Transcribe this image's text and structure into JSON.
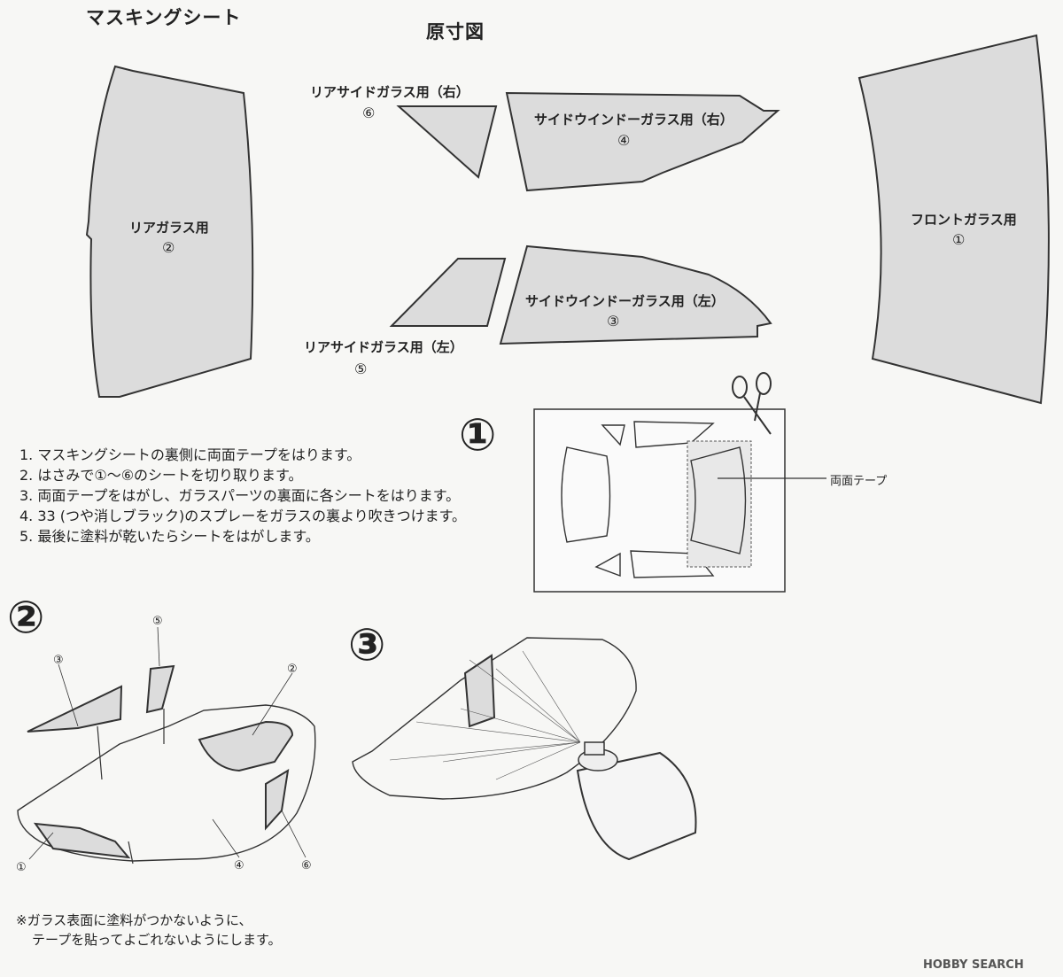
{
  "header": {
    "masking_sheet": "マスキングシート",
    "actual_size": "原寸図"
  },
  "parts": {
    "rear_glass": {
      "label": "リアガラス用",
      "num": "②"
    },
    "rear_side_right": {
      "label": "リアサイドガラス用（右）",
      "num": "⑥"
    },
    "side_window_right": {
      "label": "サイドウインドーガラス用（右）",
      "num": "④"
    },
    "front_glass": {
      "label": "フロントガラス用",
      "num": "①"
    },
    "rear_side_left": {
      "label": "リアサイドガラス用（左）",
      "num": "⑤"
    },
    "side_window_left": {
      "label": "サイドウインドーガラス用（左）",
      "num": "③"
    }
  },
  "instructions": [
    "1. マスキングシートの裏側に両面テープをはります。",
    "2. はさみで①～⑥のシートを切り取ります。",
    "3. 両面テープをはがし、ガラスパーツの裏面に各シートをはります。",
    "4. 33 (つや消しブラック)のスプレーをガラスの裏より吹きつけます。",
    "5. 最後に塗料が乾いたらシートをはがします。"
  ],
  "steps": {
    "step1": "①",
    "step2": "②",
    "step3": "③"
  },
  "step1_label": "両面テープ",
  "step2_labels": {
    "n3": "③",
    "n5": "⑤",
    "n2": "②",
    "n1": "①",
    "n4": "④",
    "n6": "⑥"
  },
  "footnote": [
    "※ガラス表面に塗料がつかないように、",
    "テープを貼ってよごれないようにします。"
  ],
  "watermark": "HOBBY SEARCH"
}
